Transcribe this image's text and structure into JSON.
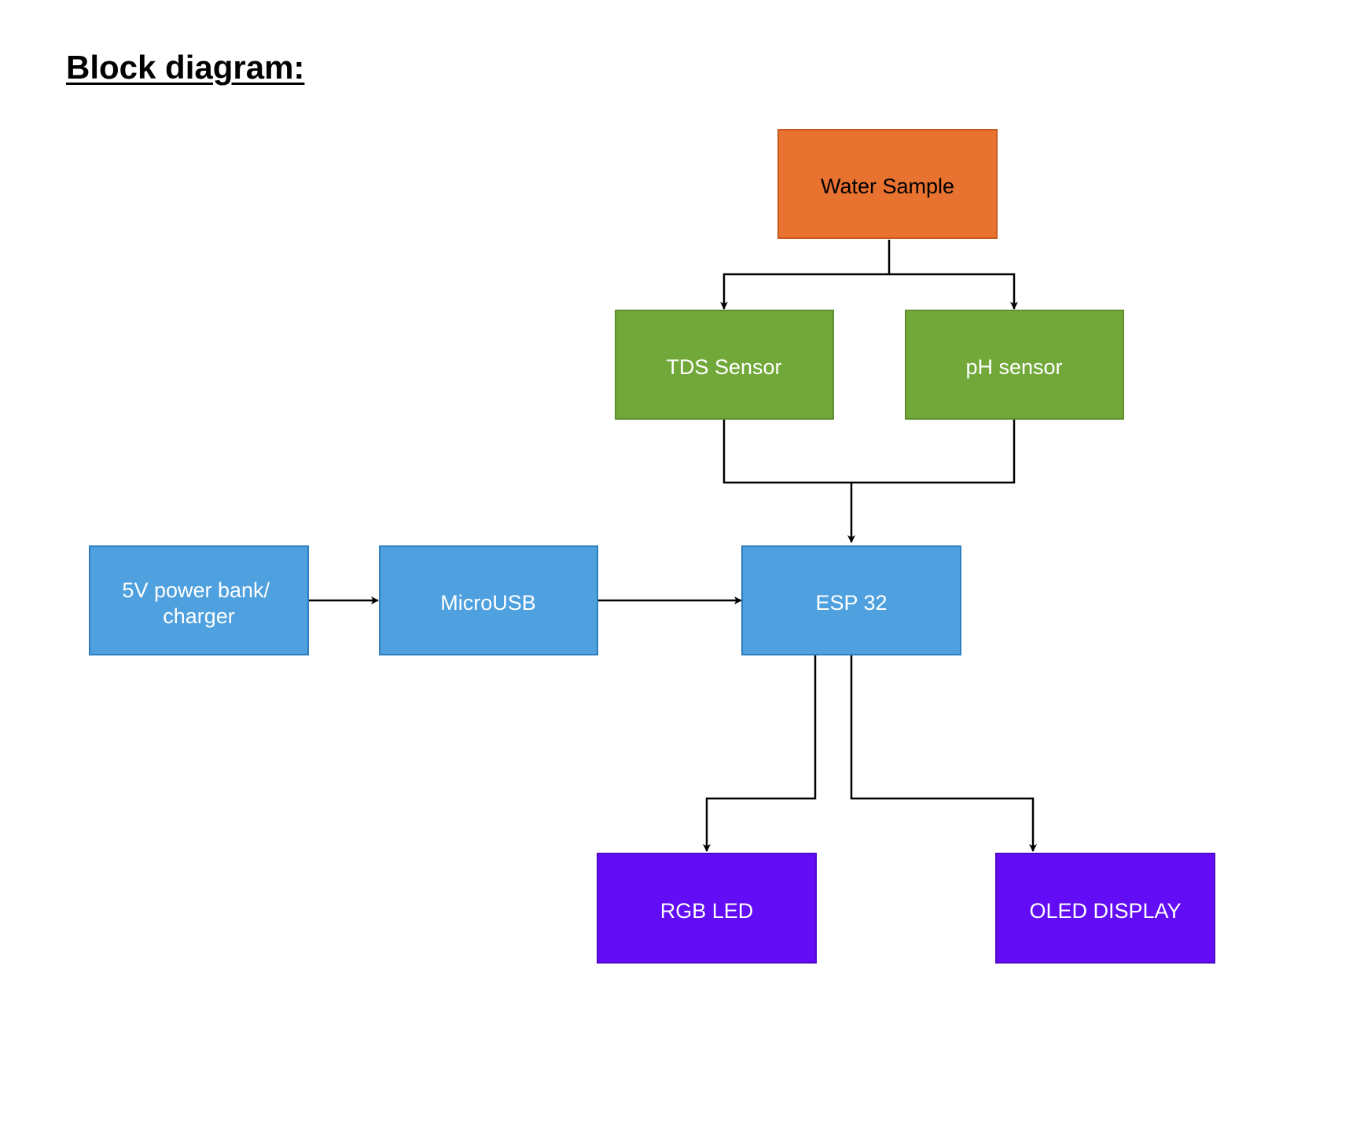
{
  "title": "Block diagram:",
  "nodes": {
    "water_sample": {
      "label": "Water Sample",
      "fill": "#E87230",
      "stroke": "#C85A20",
      "text_color": "#000000"
    },
    "tds_sensor": {
      "label": "TDS Sensor",
      "fill": "#72A83A",
      "stroke": "#5E8F2C",
      "text_color": "#FFFFFF"
    },
    "ph_sensor": {
      "label": "pH sensor",
      "fill": "#72A83A",
      "stroke": "#5E8F2C",
      "text_color": "#FFFFFF"
    },
    "power_bank": {
      "lines": [
        "5V power bank/",
        "charger"
      ],
      "fill": "#4EA0DE",
      "stroke": "#2E7FBF",
      "text_color": "#FFFFFF"
    },
    "micro_usb": {
      "label": "MicroUSB",
      "fill": "#4EA0DE",
      "stroke": "#2E7FBF",
      "text_color": "#FFFFFF"
    },
    "esp32": {
      "label": "ESP 32",
      "fill": "#4EA0DE",
      "stroke": "#2E7FBF",
      "text_color": "#FFFFFF"
    },
    "rgb_led": {
      "label": "RGB LED",
      "fill": "#620DF5",
      "stroke": "#4F0AC8",
      "text_color": "#FFFFFF"
    },
    "oled_display": {
      "label": "OLED DISPLAY",
      "fill": "#620DF5",
      "stroke": "#4F0AC8",
      "text_color": "#FFFFFF"
    }
  },
  "edges": [
    {
      "from": "water_sample",
      "to": "tds_sensor"
    },
    {
      "from": "water_sample",
      "to": "ph_sensor"
    },
    {
      "from": "tds_sensor",
      "to": "esp32"
    },
    {
      "from": "ph_sensor",
      "to": "esp32"
    },
    {
      "from": "power_bank",
      "to": "micro_usb"
    },
    {
      "from": "micro_usb",
      "to": "esp32"
    },
    {
      "from": "esp32",
      "to": "rgb_led"
    },
    {
      "from": "esp32",
      "to": "oled_display"
    }
  ]
}
